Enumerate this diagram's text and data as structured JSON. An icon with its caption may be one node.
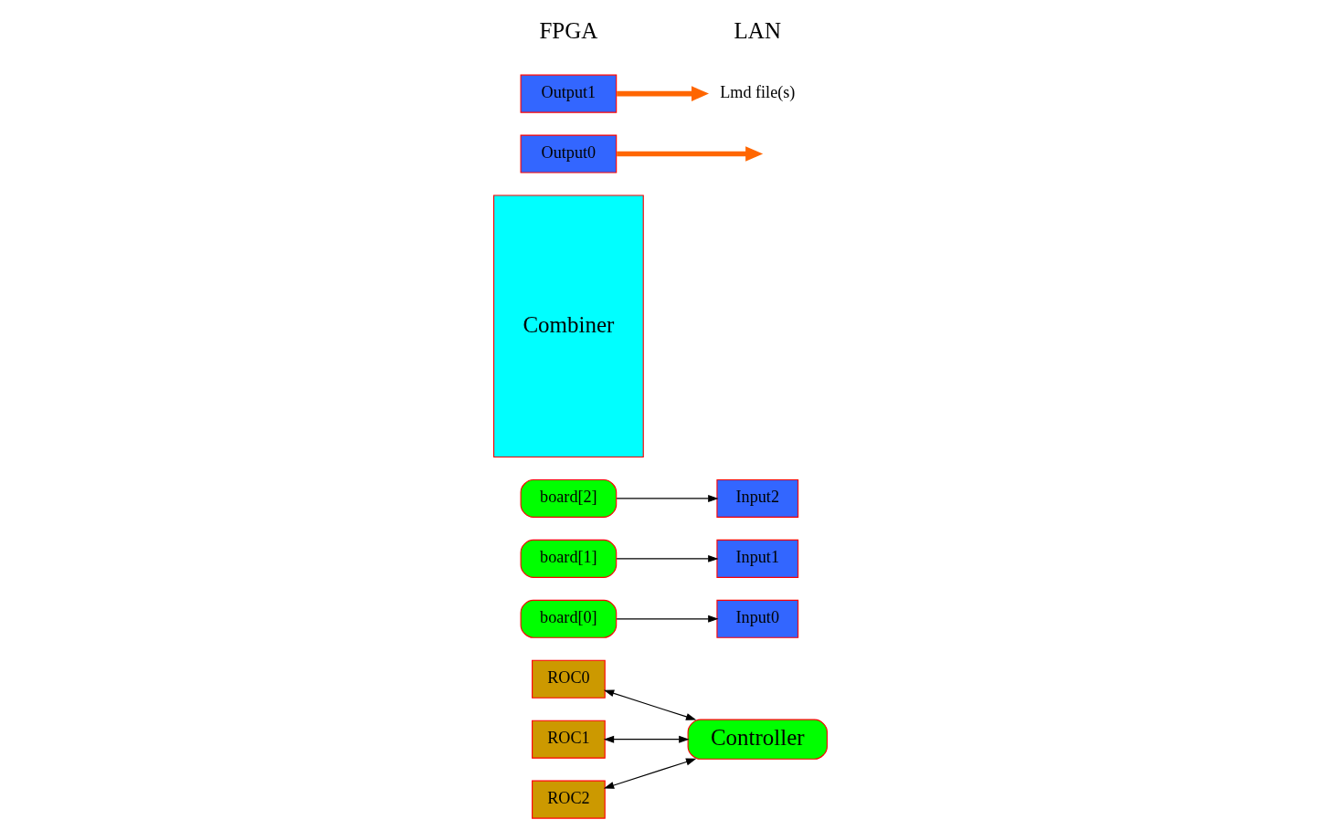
{
  "diagram": {
    "nodes": [
      {
        "text": [
          "ROC0"
        ]
      },
      {
        "text": [
          "ROC1"
        ]
      },
      {
        "text": [
          "ROC2"
        ]
      },
      {
        "text": [
          "Controller"
        ]
      },
      {
        "text": [
          "board[0]"
        ]
      },
      {
        "text": [
          "board[1]"
        ]
      },
      {
        "text": [
          "board[2]"
        ]
      },
      {
        "text": [
          "Combiner"
        ]
      },
      {
        "text": [
          "Input0"
        ]
      },
      {
        "text": [
          "Input1"
        ]
      },
      {
        "text": [
          "Input2"
        ]
      },
      {
        "text": [
          "Output0"
        ]
      },
      {
        "text": [
          "Output1"
        ]
      },
      {
        "text": [
          "Lmd file(s)"
        ]
      }
    ],
    "edges": [
      {
        "from": 0,
        "to": 3,
        "arrow": "both"
      },
      {
        "from": 1,
        "to": 3,
        "arrow": "both"
      },
      {
        "from": 2,
        "to": 3,
        "arrow": "both"
      },
      {
        "from": 4,
        "to": 8,
        "arrow": "to"
      },
      {
        "from": 5,
        "to": 9,
        "arrow": "to"
      },
      {
        "from": 6,
        "to": 10,
        "arrow": "to"
      },
      {
        "from": 11,
        "to": null,
        "arrow": "to",
        "style": "thick",
        "color": "#ff6600"
      },
      {
        "from": 12,
        "to": 13,
        "arrow": "to",
        "style": "thick",
        "color": "#ff6600"
      }
    ],
    "labels": [
      "FPGA",
      "LAN"
    ]
  }
}
